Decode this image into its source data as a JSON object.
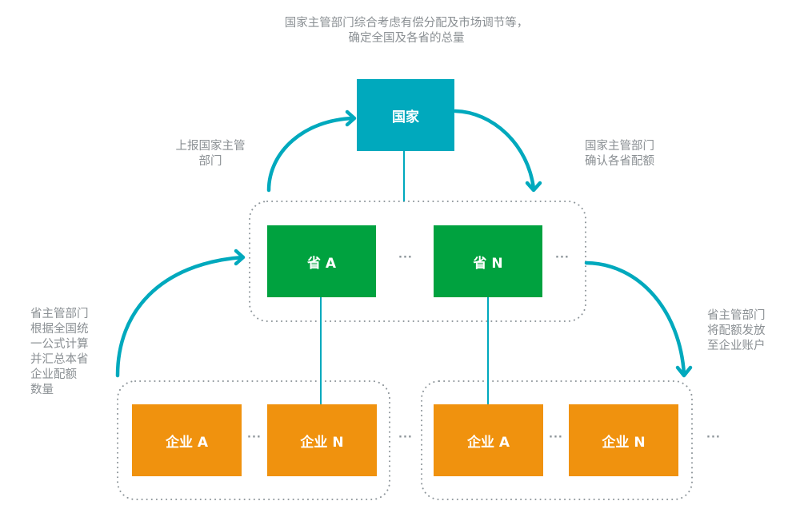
{
  "colors": {
    "teal": "#00a9bd",
    "green": "#00a23f",
    "orange": "#f0920e",
    "note_text": "#8a8f93",
    "dotted_border": "#8c9499"
  },
  "notes": {
    "top": "国家主管部门综合考虑有偿分配及市场调节等，\n确定全国及各省的总量",
    "report_up": "上报国家主管\n部门",
    "confirm_quota": "国家主管部门\n确认各省配额",
    "province_calc": "省主管部门\n根据全国统\n一公式计算\n并汇总本省\n企业配额\n数量",
    "distribute": "省主管部门\n将配额发放\n至企业账户"
  },
  "nodes": {
    "country": "国家",
    "provinces": [
      "省 A",
      "省 N"
    ],
    "group1_enterprises": [
      "企业 A",
      "企业 N"
    ],
    "group2_enterprises": [
      "企业 A",
      "企业 N"
    ]
  },
  "ellipsis": "···",
  "icons": {
    "arrow_report_up": "curved-arrow-icon",
    "arrow_confirm_quota": "curved-arrow-icon",
    "arrow_province_calc": "curved-arrow-icon",
    "arrow_distribute": "curved-arrow-icon"
  }
}
